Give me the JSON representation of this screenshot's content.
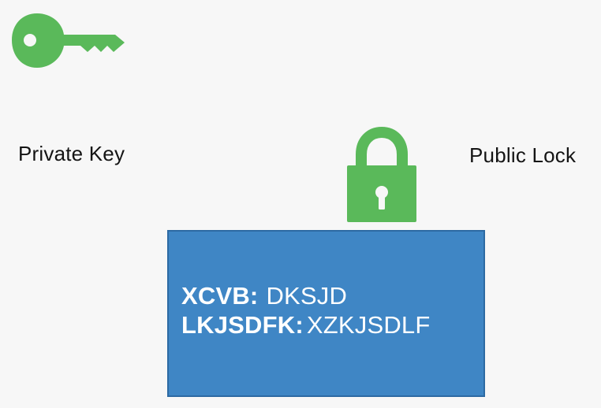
{
  "labels": {
    "private_key": "Private Key",
    "public_lock": "Public Lock"
  },
  "message": {
    "lines": [
      {
        "key": "XCVB:",
        "value": "DKSJD"
      },
      {
        "key": "LKJSDFK:",
        "value": "XZKJSDLF"
      }
    ]
  },
  "icons": {
    "key": "key-icon",
    "lock": "lock-icon"
  },
  "colors": {
    "background": "#f7f7f7",
    "green": "#5ab95a",
    "message_box": "#3f86c5",
    "message_text": "#ffffff",
    "label_text": "#141414"
  }
}
